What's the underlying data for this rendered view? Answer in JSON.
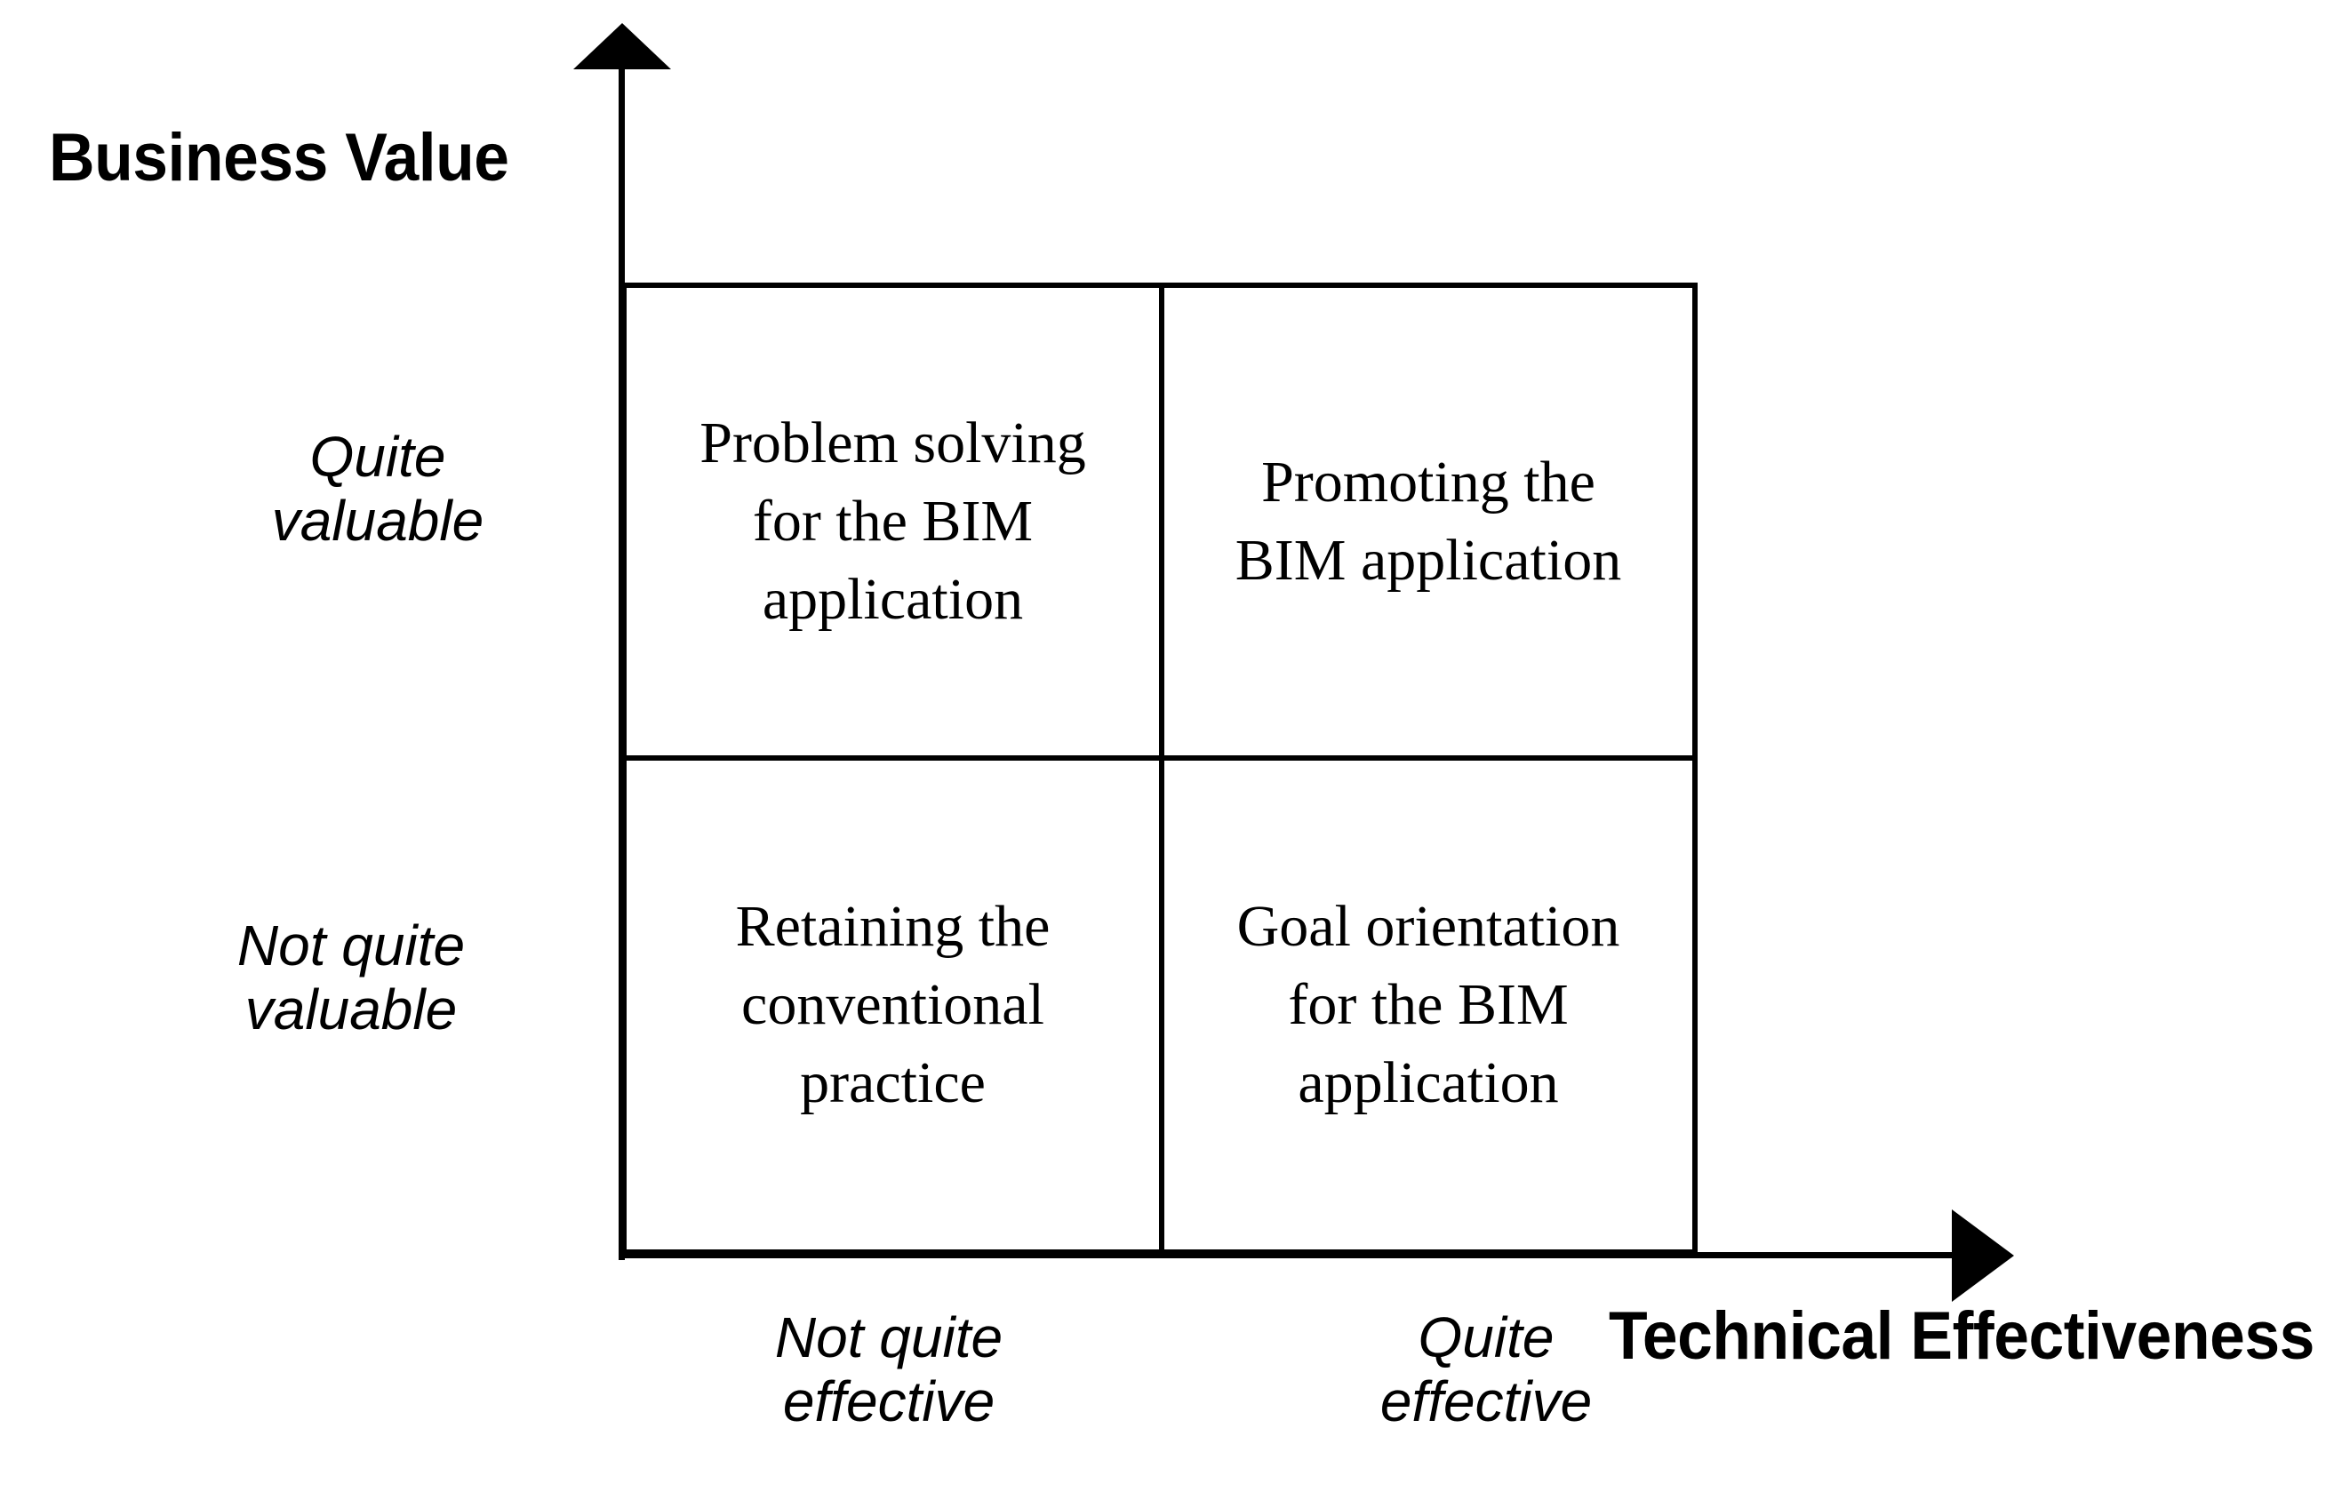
{
  "chart_data": {
    "type": "table",
    "title": "",
    "xlabel": "Technical Effectiveness",
    "ylabel": "Business Value",
    "x_categories": [
      "Not quite\neffective",
      "Quite\neffective"
    ],
    "y_categories": [
      "Quite\nvaluable",
      "Not quite\nvaluable"
    ],
    "cells": [
      {
        "row": "Quite valuable",
        "col": "Not quite effective",
        "label": "Problem solving\nfor the BIM\napplication"
      },
      {
        "row": "Quite valuable",
        "col": "Quite effective",
        "label": "Promoting the\nBIM application"
      },
      {
        "row": "Not quite valuable",
        "col": "Not quite effective",
        "label": "Retaining the\nconventional\npractice"
      },
      {
        "row": "Not quite valuable",
        "col": "Quite effective",
        "label": "Goal orientation\nfor the BIM\napplication"
      }
    ],
    "grid": true,
    "legend": "none",
    "colors": {
      "line": "#000000",
      "text": "#000000",
      "background": "#ffffff"
    }
  },
  "axes": {
    "y_title": "Business Value",
    "x_title": "Technical Effectiveness",
    "y_ticks": [
      {
        "label": "Quite\nvaluable"
      },
      {
        "label": "Not quite\nvaluable"
      }
    ],
    "x_ticks": [
      {
        "label": "Not quite\neffective"
      },
      {
        "label": "Quite\neffective"
      }
    ],
    "y_arrow_icon": "arrow-up-icon",
    "x_arrow_icon": "arrow-right-icon"
  },
  "matrix": {
    "top_left": "Problem solving\nfor the BIM\napplication",
    "top_right": "Promoting the\nBIM application",
    "bottom_left": "Retaining the\nconventional\npractice",
    "bottom_right": "Goal orientation\nfor the BIM\napplication"
  }
}
